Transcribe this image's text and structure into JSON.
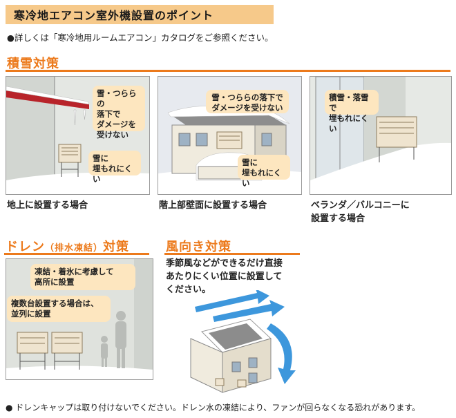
{
  "header": {
    "title": "寒冷地エアコン室外機設置のポイント"
  },
  "intro_note": "●詳しくは「寒冷地用ルームエアコン」カタログをご参照ください。",
  "snow_section": {
    "heading": "積雪対策",
    "panels": [
      {
        "callouts": [
          "雪・つららの\n落下で\nダメージを\n受けない",
          "雪に\n埋もれにくい"
        ],
        "caption": "地上に設置する場合"
      },
      {
        "callouts": [
          "雪・つららの落下で\nダメージを受けない",
          "雪に\n埋もれにくい"
        ],
        "caption": "階上部壁面に設置する場合"
      },
      {
        "callouts": [
          "積雪・落雪で\n埋もれにくい"
        ],
        "caption": "ベランダ／バルコニーに\n設置する場合"
      }
    ]
  },
  "drain_section": {
    "heading_main": "ドレン",
    "heading_sub": "（排水凍結）",
    "heading_tail": "対策",
    "callouts": [
      "凍結・着氷に考慮して\n高所に設置",
      "複数台設置する場合は、\n並列に設置"
    ]
  },
  "wind_section": {
    "heading": "風向き対策",
    "text": "季節風などができるだけ直接\nあたりにくい位置に設置して\nください。"
  },
  "footer_note": "● ドレンキャップは取り付けないでください。ドレン水の凍結により、ファンが回らなくなる恐れがあります。",
  "colors": {
    "accent": "#ec7a1c",
    "title_band": "#f6c98a",
    "callout": "#fde6bf",
    "wind_arrow": "#3d97dc"
  }
}
